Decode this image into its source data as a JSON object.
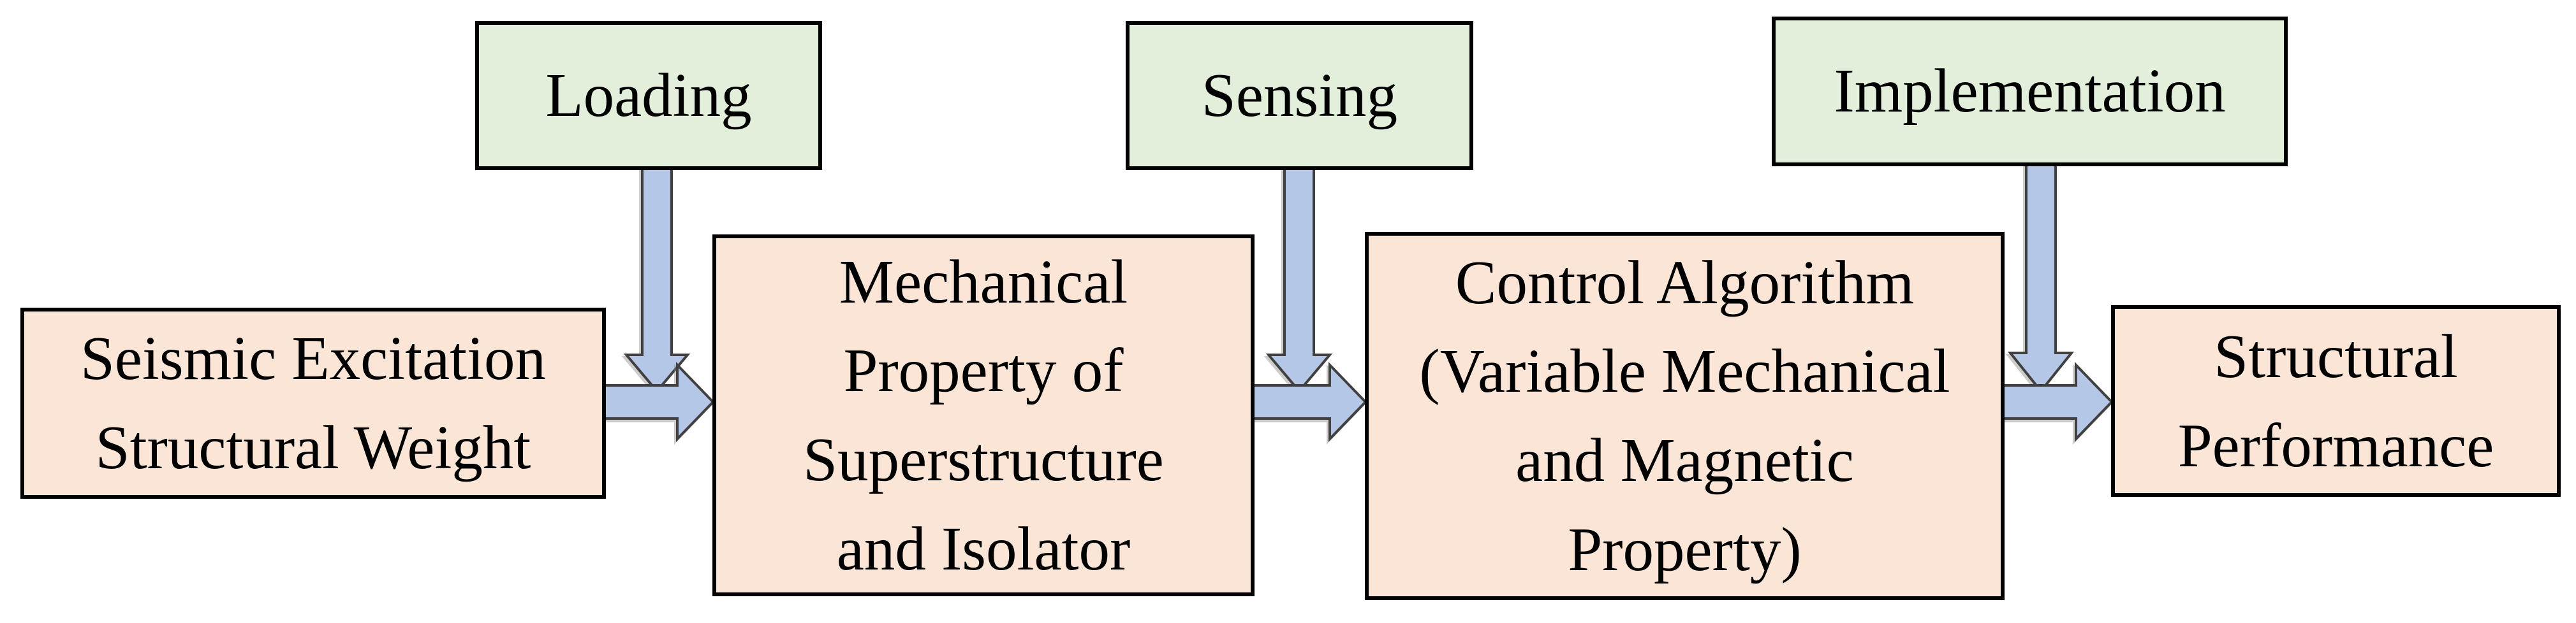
{
  "figure": {
    "type": "flowchart",
    "background": "#ffffff",
    "top_row": [
      {
        "id": "loading",
        "label": "Loading"
      },
      {
        "id": "sensing",
        "label": "Sensing"
      },
      {
        "id": "implementation",
        "label": "Implementation"
      }
    ],
    "main_row": [
      {
        "id": "seismic",
        "label": "Seismic Excitation\nStructural Weight"
      },
      {
        "id": "mechanical",
        "label": "Mechanical\nProperty of\nSuperstructure\nand Isolator"
      },
      {
        "id": "control",
        "label": "Control Algorithm\n(Variable Mechanical\nand Magnetic\nProperty)"
      },
      {
        "id": "structural",
        "label": "Structural\nPerformance"
      }
    ],
    "arrows": [
      {
        "id": "arrow-loading-down",
        "from": "Loading",
        "direction": "down"
      },
      {
        "id": "arrow-sensing-down",
        "from": "Sensing",
        "direction": "down"
      },
      {
        "id": "arrow-implementation-down",
        "from": "Implementation",
        "direction": "down"
      },
      {
        "id": "arrow-seismic-to-mechanical",
        "from": "Seismic Excitation Structural Weight",
        "to": "Mechanical Property of Superstructure and Isolator",
        "direction": "right"
      },
      {
        "id": "arrow-mechanical-to-control",
        "from": "Mechanical Property of Superstructure and Isolator",
        "to": "Control Algorithm (Variable Mechanical and Magnetic Property)",
        "direction": "right"
      },
      {
        "id": "arrow-control-to-structural",
        "from": "Control Algorithm (Variable Mechanical and Magnetic Property)",
        "to": "Structural Performance",
        "direction": "right"
      }
    ],
    "colors": {
      "green_box_fill": "#e2efda",
      "peach_box_fill": "#fbe5d6",
      "box_border": "#000000",
      "arrow_fill": "#b4c7e7",
      "arrow_outline": "#404040",
      "text": "#000000"
    }
  }
}
